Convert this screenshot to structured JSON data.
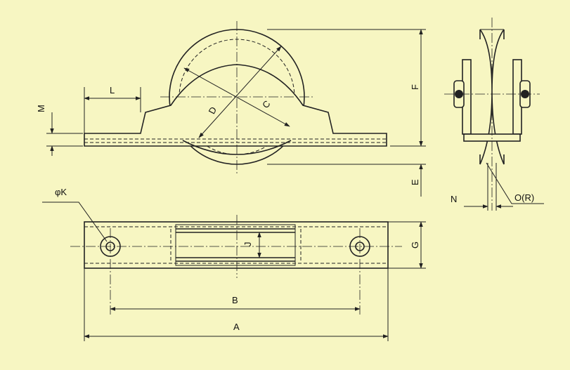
{
  "labels": {
    "A": "A",
    "B": "B",
    "C": "C",
    "D": "D",
    "E": "E",
    "F": "F",
    "G": "G",
    "J": "J",
    "K": "φK",
    "L": "L",
    "M": "M",
    "N": "N",
    "O": "O(R)"
  }
}
